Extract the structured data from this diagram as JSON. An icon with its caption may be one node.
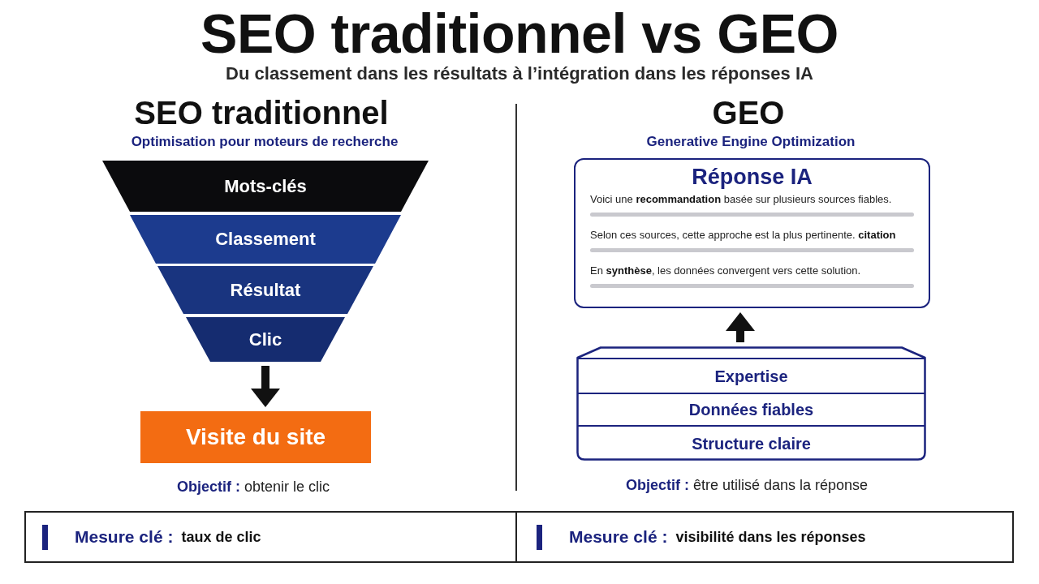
{
  "diagram": {
    "title": "SEO traditionnel vs GEO",
    "nodes": [
      {
        "text": [
          "Mots-clés"
        ]
      },
      {
        "text": [
          "Classement"
        ]
      },
      {
        "text": [
          "Résultat"
        ]
      },
      {
        "text": [
          "Clic"
        ]
      },
      {
        "text": [
          "Visite du site"
        ]
      },
      {
        "text": [
          "Réponse IA",
          "Voici une **recommandation** basée sur plusieurs sources fiables.",
          "Selon ces sources, cette approche est la plus pertinente. **citation**",
          "En **synthèse**, les données convergent vers cette solution."
        ]
      },
      {
        "text": [],
        "shape": "box"
      },
      {
        "text": [
          "Expertise"
        ],
        "in": 6
      },
      {
        "text": [
          "Données fiables"
        ],
        "in": 6
      },
      {
        "text": [
          "Structure claire"
        ],
        "in": 6
      },
      {
        "text": [
          "Mesure clé :",
          "taux de clic"
        ]
      },
      {
        "text": [
          "Mesure clé :",
          "visibilité dans les réponses"
        ]
      }
    ],
    "edges": [
      {
        "from": 3,
        "to": 4,
        "arrow": "to"
      },
      {
        "from": 6,
        "to": 5,
        "arrow": "to"
      }
    ],
    "labels": [
      "Du classement dans les résultats à l’intégration dans les réponses IA",
      "SEO traditionnel",
      "Optimisation pour moteurs de recherche",
      "GEO",
      "Generative Engine Optimization",
      "**Objectif :** obtenir le clic",
      "**Objectif :** être utilisé dans la réponse"
    ]
  }
}
